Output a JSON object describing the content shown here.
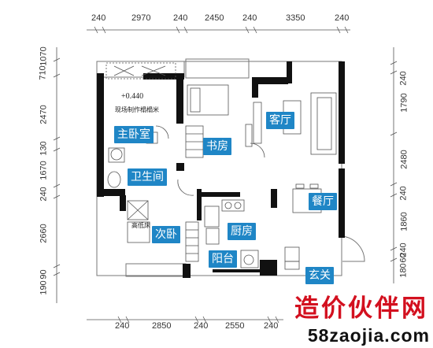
{
  "dimensions": {
    "top": [
      "240",
      "2970",
      "240",
      "2450",
      "240",
      "3350",
      "240"
    ],
    "bottom": [
      "240",
      "2850",
      "240",
      "2550",
      "240"
    ],
    "left": [
      "1070",
      "710",
      "2470",
      "130",
      "1670",
      "240",
      "2660",
      "90",
      "190"
    ],
    "right": [
      "240",
      "1790",
      "2480",
      "240",
      "1860",
      "240",
      "60",
      "180"
    ]
  },
  "rooms": {
    "master_bedroom": "主卧室",
    "study": "书房",
    "living_room": "客厅",
    "bathroom": "卫生间",
    "dining_room": "餐厅",
    "second_bedroom": "次卧",
    "kitchen": "厨房",
    "balcony": "阳台",
    "entrance": "玄关"
  },
  "notes": {
    "elevation": "+0.440",
    "tatami_note": "现场制作榻榻米",
    "low_bed": "高低床"
  },
  "watermark": {
    "brand": "造价伙伴网",
    "url": "58zaojia.com"
  },
  "colors": {
    "label_bg": "#1f86c6",
    "wall": "#111111",
    "watermark_red": "#d3101f"
  }
}
